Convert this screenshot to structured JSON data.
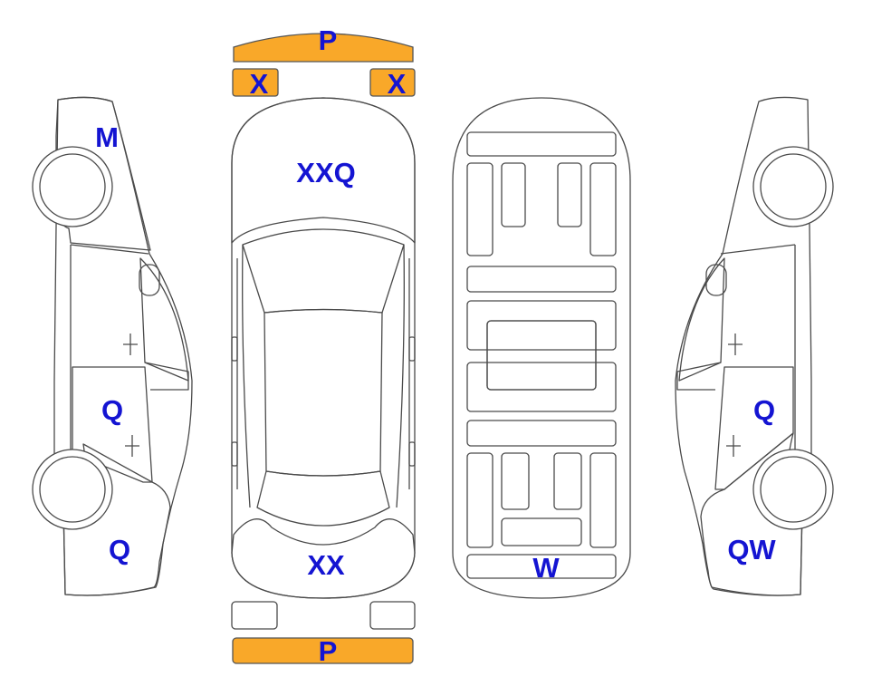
{
  "colors": {
    "damage_orange": "#f9a829",
    "damage_light_blue": "#dff5fb",
    "label_blue": "#1414d2",
    "outline": "#4a4a4a"
  },
  "labels": {
    "front_bumper": "P",
    "left_headlight": "X",
    "right_headlight": "X",
    "hood": "XXQ",
    "trunk": "XX",
    "rear_bumper": "P",
    "left_front_fender": "M",
    "left_rear_door": "Q",
    "left_rear_quarter": "Q",
    "underbody_rear": "W",
    "right_rear_door": "Q",
    "right_rear_quarter": "QW"
  }
}
